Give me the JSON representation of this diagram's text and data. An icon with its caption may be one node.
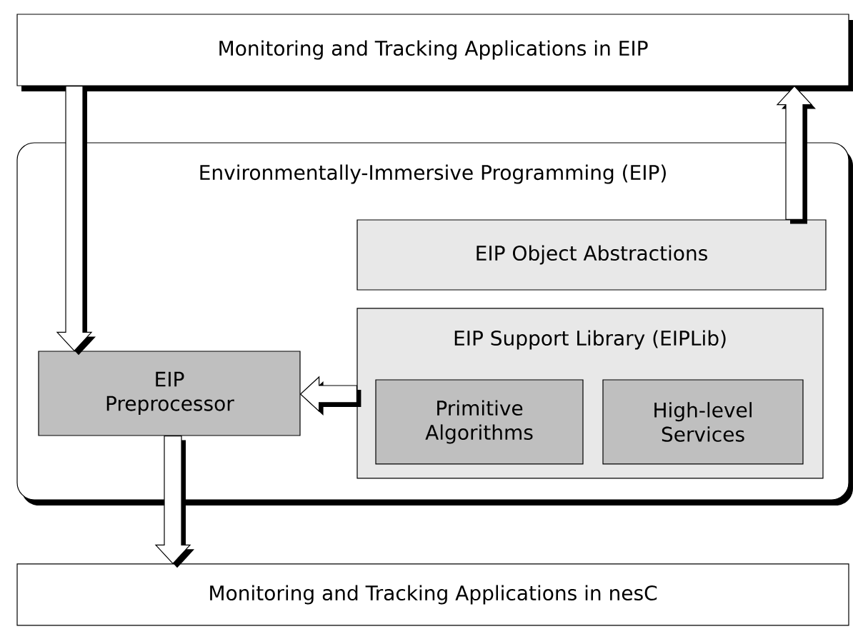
{
  "diagram": {
    "nodes": [
      {
        "text": [
          "Monitoring and Tracking Applications in EIP"
        ]
      },
      {
        "text": [
          "Environmentally-Immersive Programming (EIP)"
        ]
      },
      {
        "text": [
          "EIP Object Abstractions"
        ],
        "in": 1
      },
      {
        "text": [
          "EIP Support Library (EIPLib)"
        ],
        "in": 1
      },
      {
        "text": [
          "Primitive Algorithms"
        ],
        "in": 3
      },
      {
        "text": [
          "High-level Services"
        ],
        "in": 3
      },
      {
        "text": [
          "EIP Preprocessor"
        ],
        "in": 1
      },
      {
        "text": [
          "Monitoring and Tracking Applications in nesC"
        ]
      }
    ],
    "edges": [
      {
        "from": 0,
        "to": 6,
        "arrow": "to"
      },
      {
        "from": 2,
        "to": 0,
        "arrow": "to"
      },
      {
        "from": 3,
        "to": 6,
        "arrow": "to"
      },
      {
        "from": 6,
        "to": 7,
        "arrow": "to"
      }
    ]
  }
}
